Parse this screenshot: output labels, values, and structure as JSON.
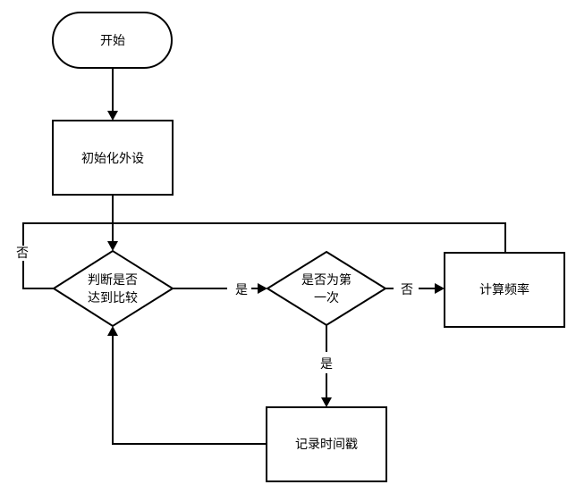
{
  "nodes": {
    "start": {
      "text": "开始"
    },
    "init": {
      "text": "初始化外设"
    },
    "decision_compare": {
      "line1": "判断是否",
      "line2": "达到比较"
    },
    "decision_first": {
      "line1": "是否为第",
      "line2": "一次"
    },
    "calc_freq": {
      "text": "计算频率"
    },
    "record_timestamp": {
      "text": "记录时间戳"
    }
  },
  "edge_labels": {
    "compare_no": "否",
    "compare_yes": "是",
    "first_no": "否",
    "first_yes": "是"
  },
  "colors": {
    "stroke": "#000000",
    "fill": "#ffffff",
    "text": "#000000"
  }
}
